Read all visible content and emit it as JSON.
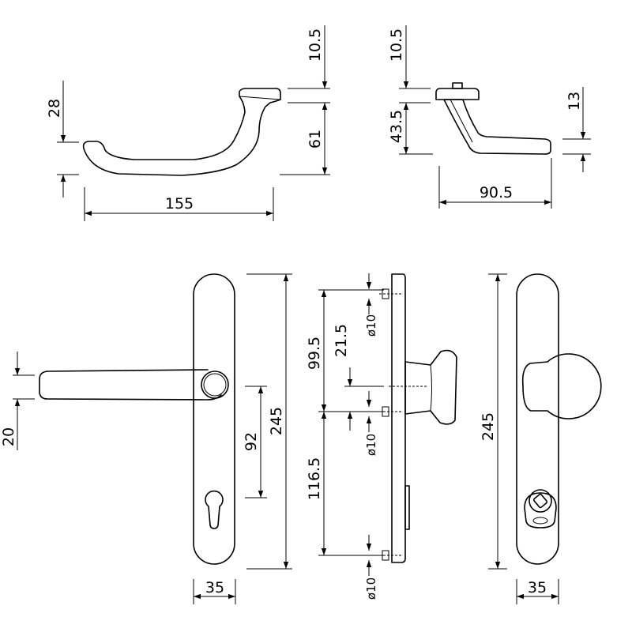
{
  "lever_top_view": {
    "height_label": "28",
    "length_label": "155",
    "rose_height_label": "10.5",
    "offset_label": "61"
  },
  "lever_side_view": {
    "rose_height_label": "10.5",
    "projection_label": "43.5",
    "grip_height_label": "13",
    "depth_label": "90.5"
  },
  "lever_plate": {
    "grip_height_label": "20",
    "spindle_to_cylinder_label": "92",
    "plate_height_label": "245",
    "plate_width_label": "35"
  },
  "plate_section": {
    "upper_label": "99.5",
    "spindle_offset_label": "21.5",
    "lower_label": "116.5",
    "screw_top_label": "ø10",
    "screw_mid_label": "ø10",
    "screw_bottom_label": "ø10"
  },
  "knob_plate": {
    "plate_height_label": "245",
    "plate_width_label": "35"
  }
}
